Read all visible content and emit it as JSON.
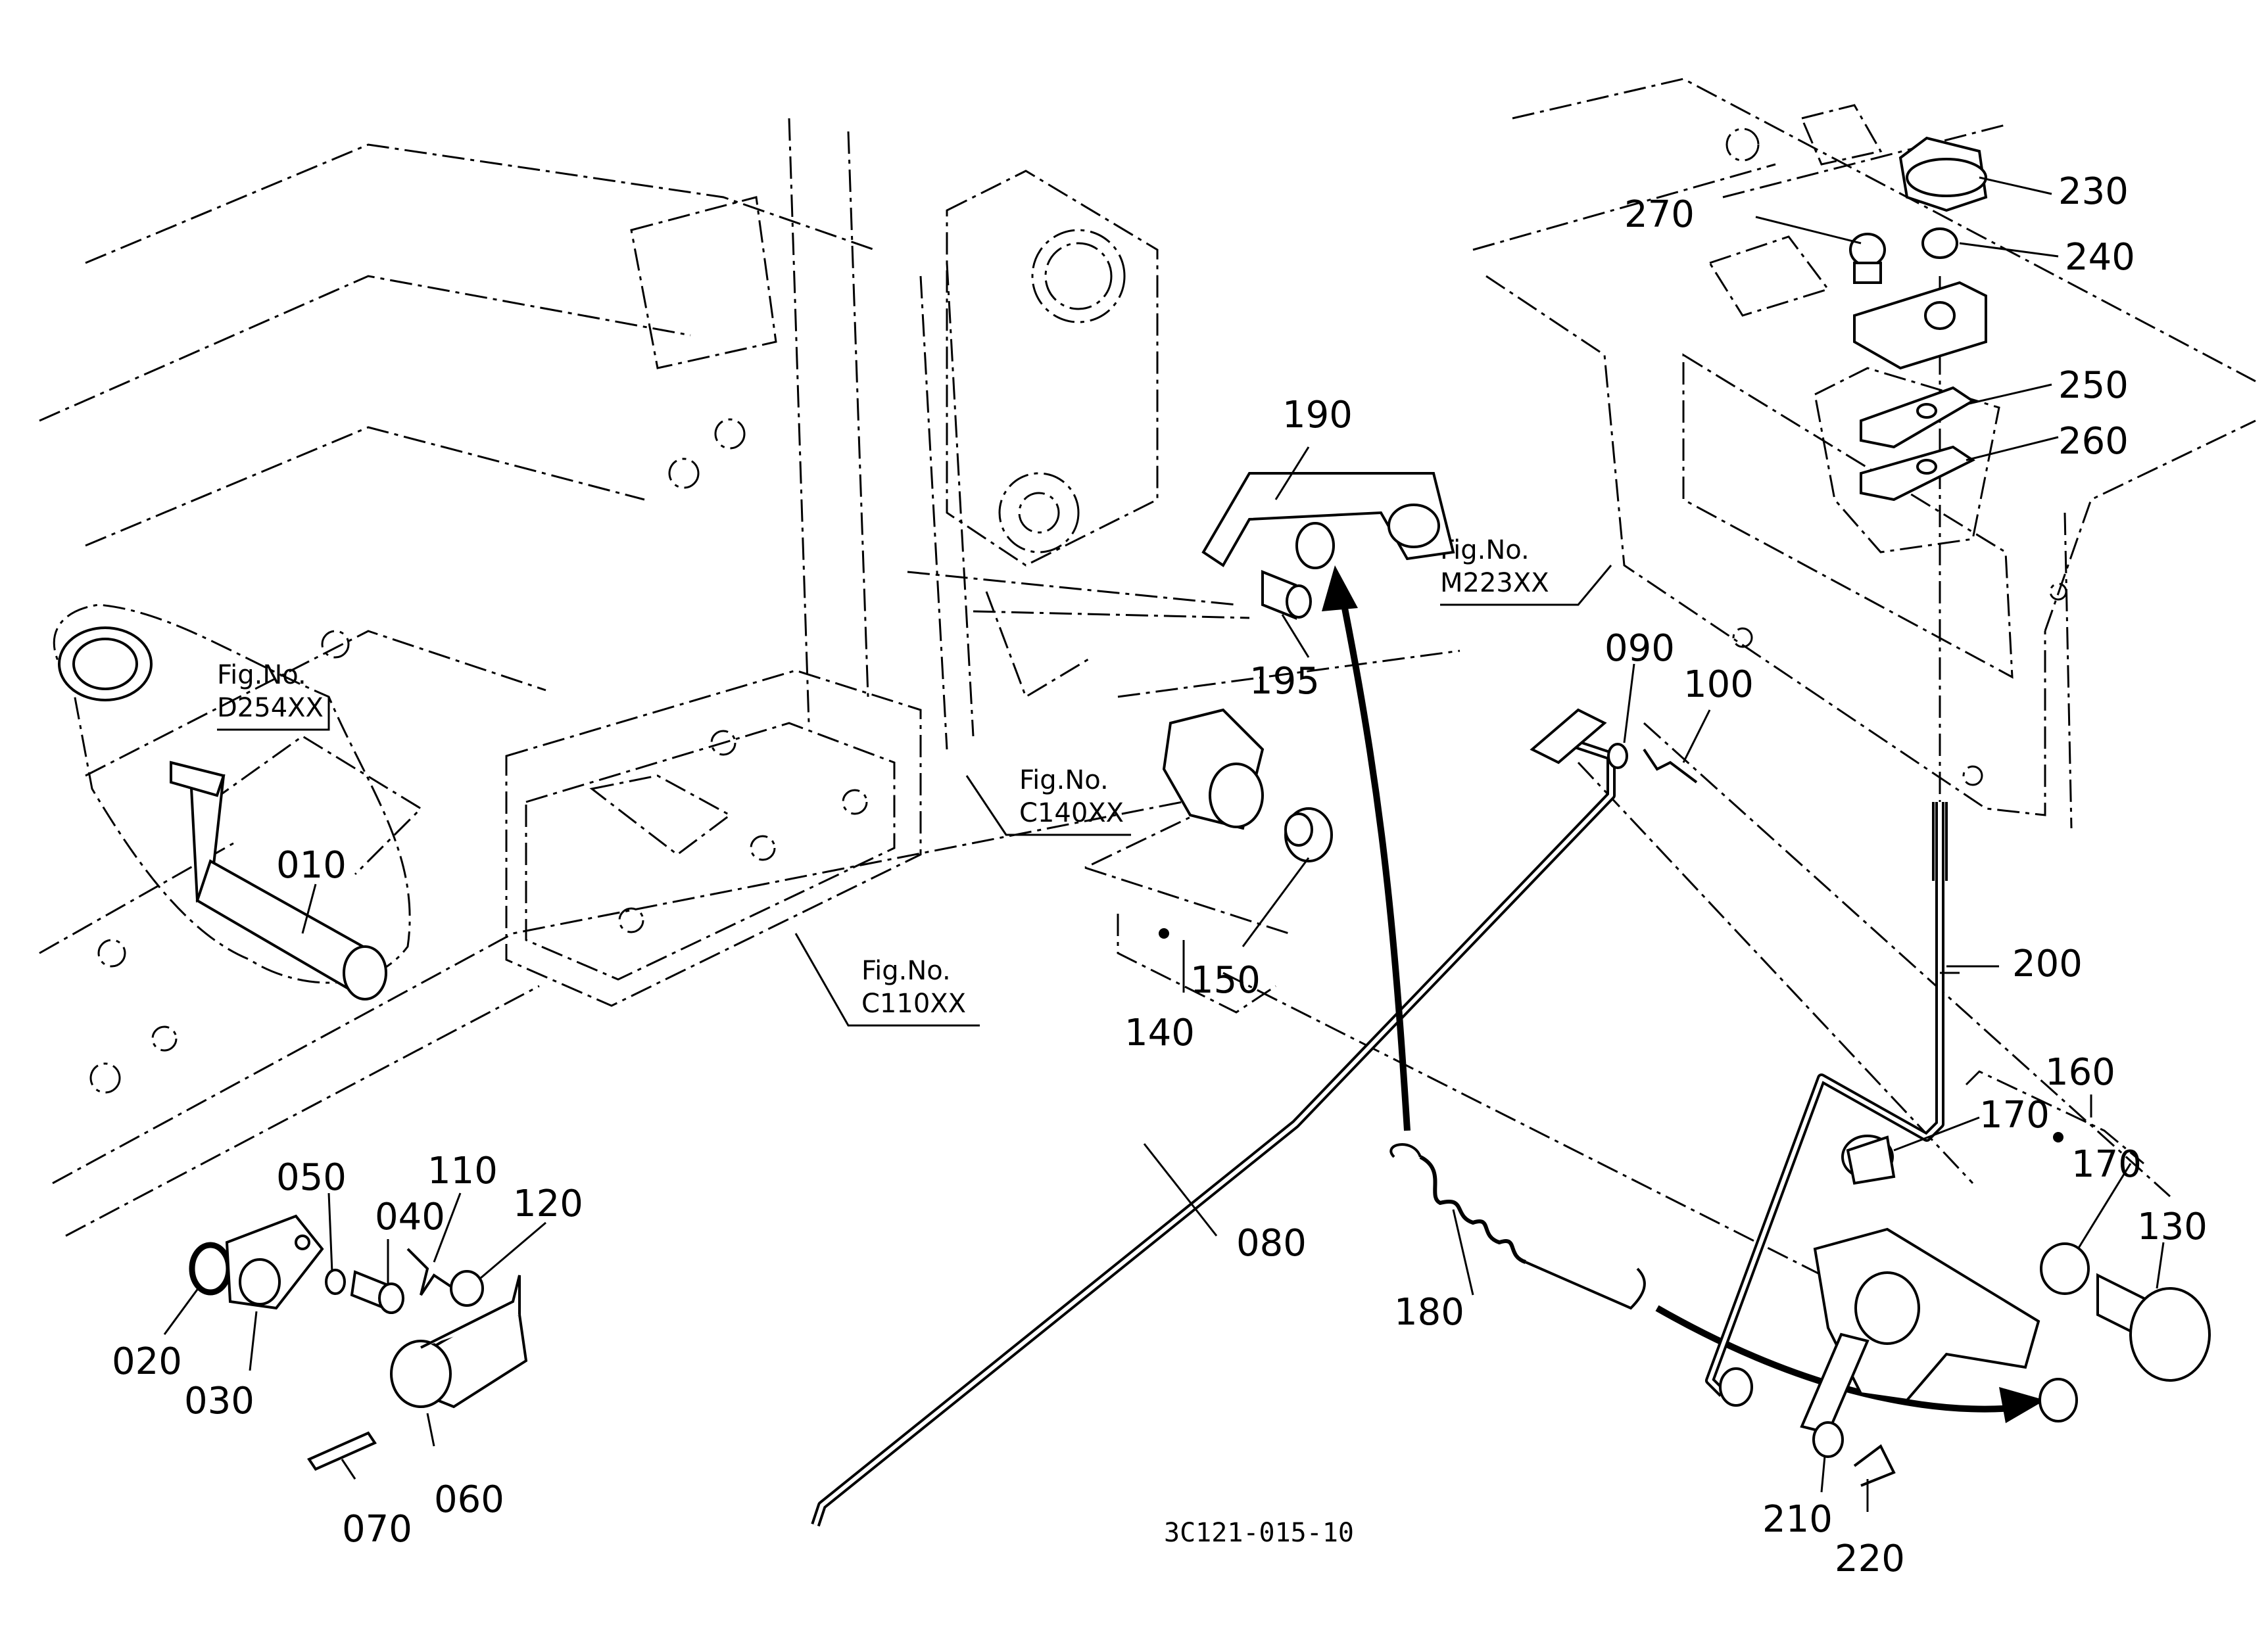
{
  "diagram_code": "3C121-015-10",
  "figure_refs": [
    {
      "line1": "Fig.No.",
      "line2": "D254XX"
    },
    {
      "line1": "Fig.No.",
      "line2": "C140XX"
    },
    {
      "line1": "Fig.No.",
      "line2": "C110XX"
    },
    {
      "line1": "Fig.No.",
      "line2": "M223XX"
    }
  ],
  "part_numbers": {
    "p010": "010",
    "p020": "020",
    "p030": "030",
    "p040": "040",
    "p050": "050",
    "p060": "060",
    "p070": "070",
    "p080": "080",
    "p090": "090",
    "p100": "100",
    "p110": "110",
    "p120": "120",
    "p130": "130",
    "p140": "140",
    "p150": "150",
    "p160": "160",
    "p170a": "170",
    "p170b": "170",
    "p180": "180",
    "p190": "190",
    "p195": "195",
    "p200": "200",
    "p210": "210",
    "p220": "220",
    "p230": "230",
    "p240": "240",
    "p250": "250",
    "p260": "260",
    "p270": "270"
  }
}
